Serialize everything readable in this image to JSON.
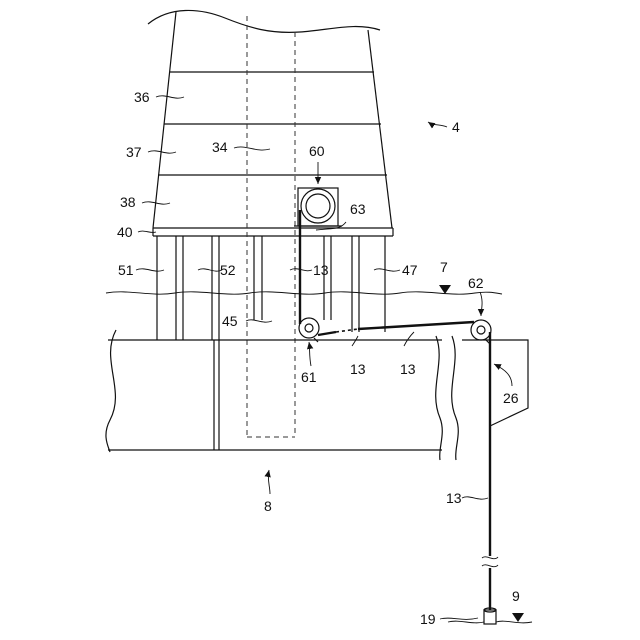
{
  "labels": {
    "l36": "36",
    "l37": "37",
    "l34": "34",
    "l4": "4",
    "l60": "60",
    "l38": "38",
    "l63": "63",
    "l40": "40",
    "l51": "51",
    "l52": "52",
    "l13a": "13",
    "l47": "47",
    "l7": "7",
    "l62": "62",
    "l45": "45",
    "l61": "61",
    "l13b": "13",
    "l13c": "13",
    "l26": "26",
    "l8": "8",
    "l13d": "13",
    "l9": "9",
    "l19": "19"
  }
}
